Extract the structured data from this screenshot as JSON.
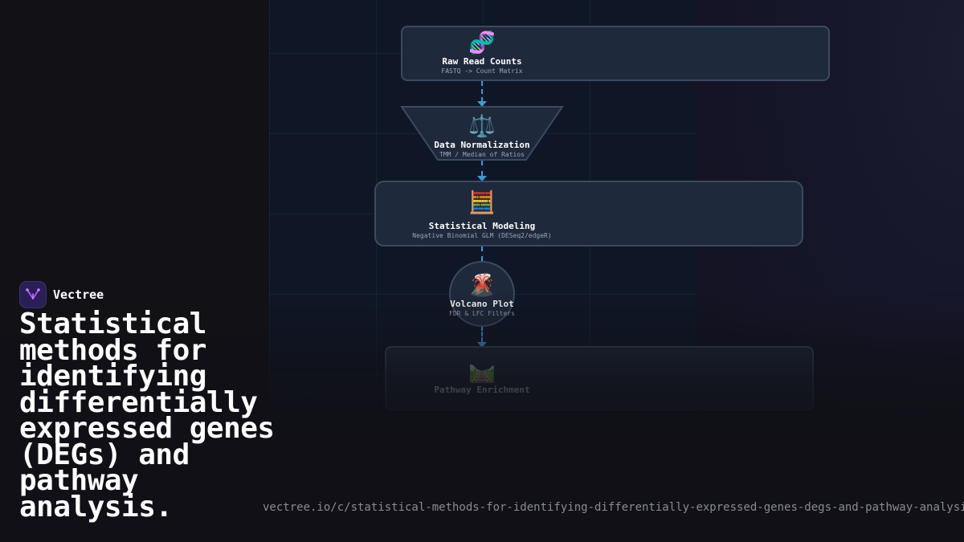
{
  "brand": {
    "name": "Vectree",
    "logo_icon": "vectree-logo-icon",
    "accent_color": "#a855f7"
  },
  "headline": "Statistical methods for identifying differentially expressed genes (DEGs) and pathway analysis.",
  "url": "vectree.io/c/statistical-methods-for-identifying-differentially-expressed-genes-degs-and-pathway-analysis",
  "colors": {
    "connector": "#3a9ad9",
    "node_fill": "#1e293b",
    "node_border": "#3b4a60"
  },
  "pipeline": {
    "steps": [
      {
        "icon": "🧬",
        "icon_name": "dna-icon",
        "title": "Raw Read Counts",
        "subtitle": "FASTQ -> Count Matrix"
      },
      {
        "icon": "⚖️",
        "icon_name": "scales-icon",
        "title": "Data Normalization",
        "subtitle": "TMM / Median of Ratios"
      },
      {
        "icon": "🧮",
        "icon_name": "abacus-icon",
        "title": "Statistical Modeling",
        "subtitle": "Negative Binomial GLM (DESeq2/edgeR)"
      },
      {
        "icon": "🌋",
        "icon_name": "volcano-icon",
        "title": "Volcano Plot",
        "subtitle": "FDR & LFC Filters"
      },
      {
        "icon": "🛤️",
        "icon_name": "railway-track-icon",
        "title": "Pathway Enrichment",
        "subtitle": ""
      }
    ]
  }
}
